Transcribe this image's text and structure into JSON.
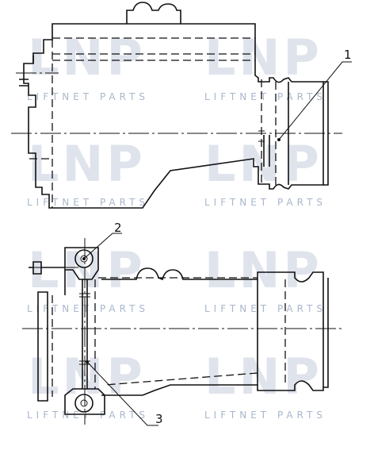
{
  "watermark": {
    "logo_text": "LNP",
    "sub_text": "LIFTNET PARTS"
  },
  "callouts": [
    {
      "label": "1"
    },
    {
      "label": "2"
    },
    {
      "label": "3"
    }
  ]
}
